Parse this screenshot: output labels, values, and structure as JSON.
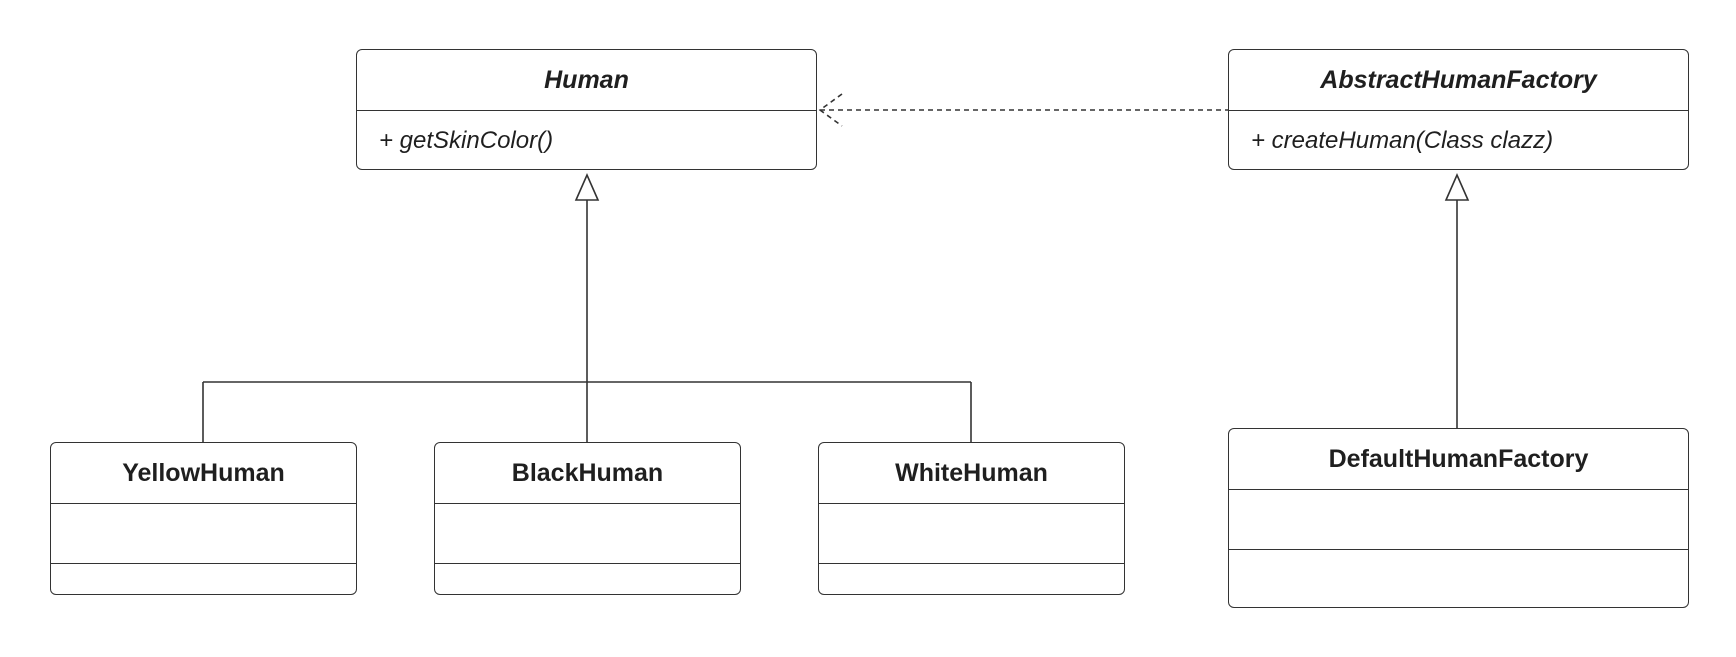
{
  "diagram": {
    "classes": [
      {
        "id": "human",
        "name": "Human",
        "abstract": true,
        "operations": [
          "+ getSkinColor()"
        ]
      },
      {
        "id": "abstract-factory",
        "name": "AbstractHumanFactory",
        "abstract": true,
        "operations": [
          "+ createHuman(Class clazz)"
        ]
      },
      {
        "id": "yellow",
        "name": "YellowHuman",
        "abstract": false,
        "operations": []
      },
      {
        "id": "black",
        "name": "BlackHuman",
        "abstract": false,
        "operations": []
      },
      {
        "id": "white",
        "name": "WhiteHuman",
        "abstract": false,
        "operations": []
      },
      {
        "id": "default-factory",
        "name": "DefaultHumanFactory",
        "abstract": false,
        "operations": []
      }
    ],
    "relations": [
      {
        "type": "generalization",
        "from": "yellow",
        "to": "human"
      },
      {
        "type": "generalization",
        "from": "black",
        "to": "human"
      },
      {
        "type": "generalization",
        "from": "white",
        "to": "human"
      },
      {
        "type": "generalization",
        "from": "default-factory",
        "to": "abstract-factory"
      },
      {
        "type": "dependency",
        "from": "abstract-factory",
        "to": "human"
      }
    ],
    "colors": {
      "line": "#333333",
      "background": "#ffffff",
      "text": "#1f1f1f"
    }
  }
}
